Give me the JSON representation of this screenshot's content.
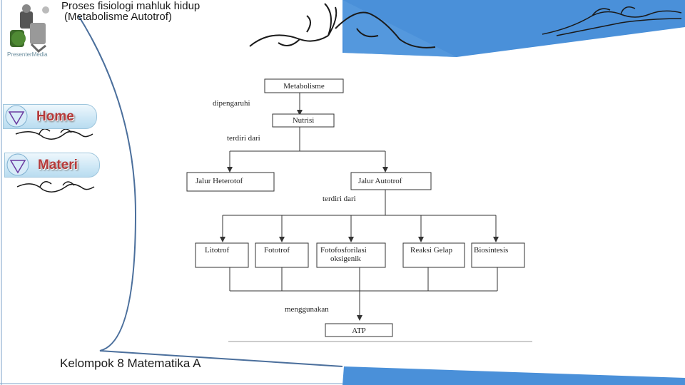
{
  "slide": {
    "title_line1": "Proses fisiologi mahluk hidup",
    "title_line2": "(Metabolisme Autotrof)",
    "logo_text": "PresenterMedia",
    "footer": "Kelompok 8 Matematika A"
  },
  "nav": {
    "home_label": "Home",
    "materi_label": "Materi"
  },
  "diagram": {
    "nodes": {
      "metabolisme": "Metabolisme",
      "nutrisi": "Nutrisi",
      "heterotof": "Jalur Heterotof",
      "autotrof": "Jalur Autotrof",
      "litotrof": "Litotrof",
      "fototrof": "Fototrof",
      "fotofosforilasi_1": "Fotofosforilasi",
      "fotofosforilasi_2": "oksigenik",
      "reaksi_gelap": "Reaksi Gelap",
      "biosintesis": "Biosintesis",
      "atp": "ATP"
    },
    "edges": {
      "dipengaruhi": "dipengaruhi",
      "terdiri_dari_1": "terdiri dari",
      "terdiri_dari_2": "terdiri dari",
      "menggunakan": "menggunakan"
    }
  },
  "colors": {
    "band_blue": "#4a90d9",
    "frame_line": "#4b6f9c",
    "nav_label": "#b53a3a"
  }
}
